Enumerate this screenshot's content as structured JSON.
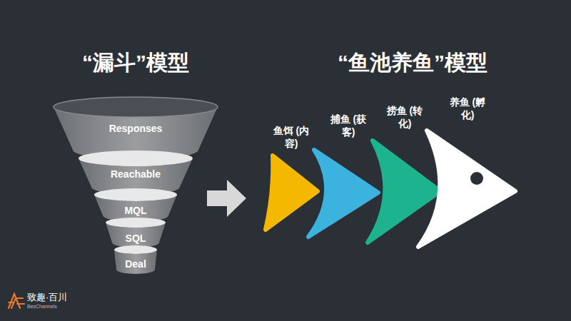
{
  "diagram": {
    "nodes": [
      {
        "text": [
          "Responses"
        ]
      },
      {
        "text": [
          "Reachable"
        ]
      },
      {
        "text": [
          "MQL"
        ]
      },
      {
        "text": [
          "SQL"
        ]
      },
      {
        "text": [
          "Deal"
        ]
      },
      {
        "text": [
          "鱼饵 (内容)"
        ]
      },
      {
        "text": [
          "捕鱼 (获客)"
        ]
      },
      {
        "text": [
          "捞鱼 (转化)"
        ]
      },
      {
        "text": [
          "养鱼 (孵化)"
        ]
      }
    ],
    "labels": [
      "“漏斗”模型",
      "“鱼池养鱼”模型",
      "致趣·百川",
      "BesChannels"
    ]
  }
}
